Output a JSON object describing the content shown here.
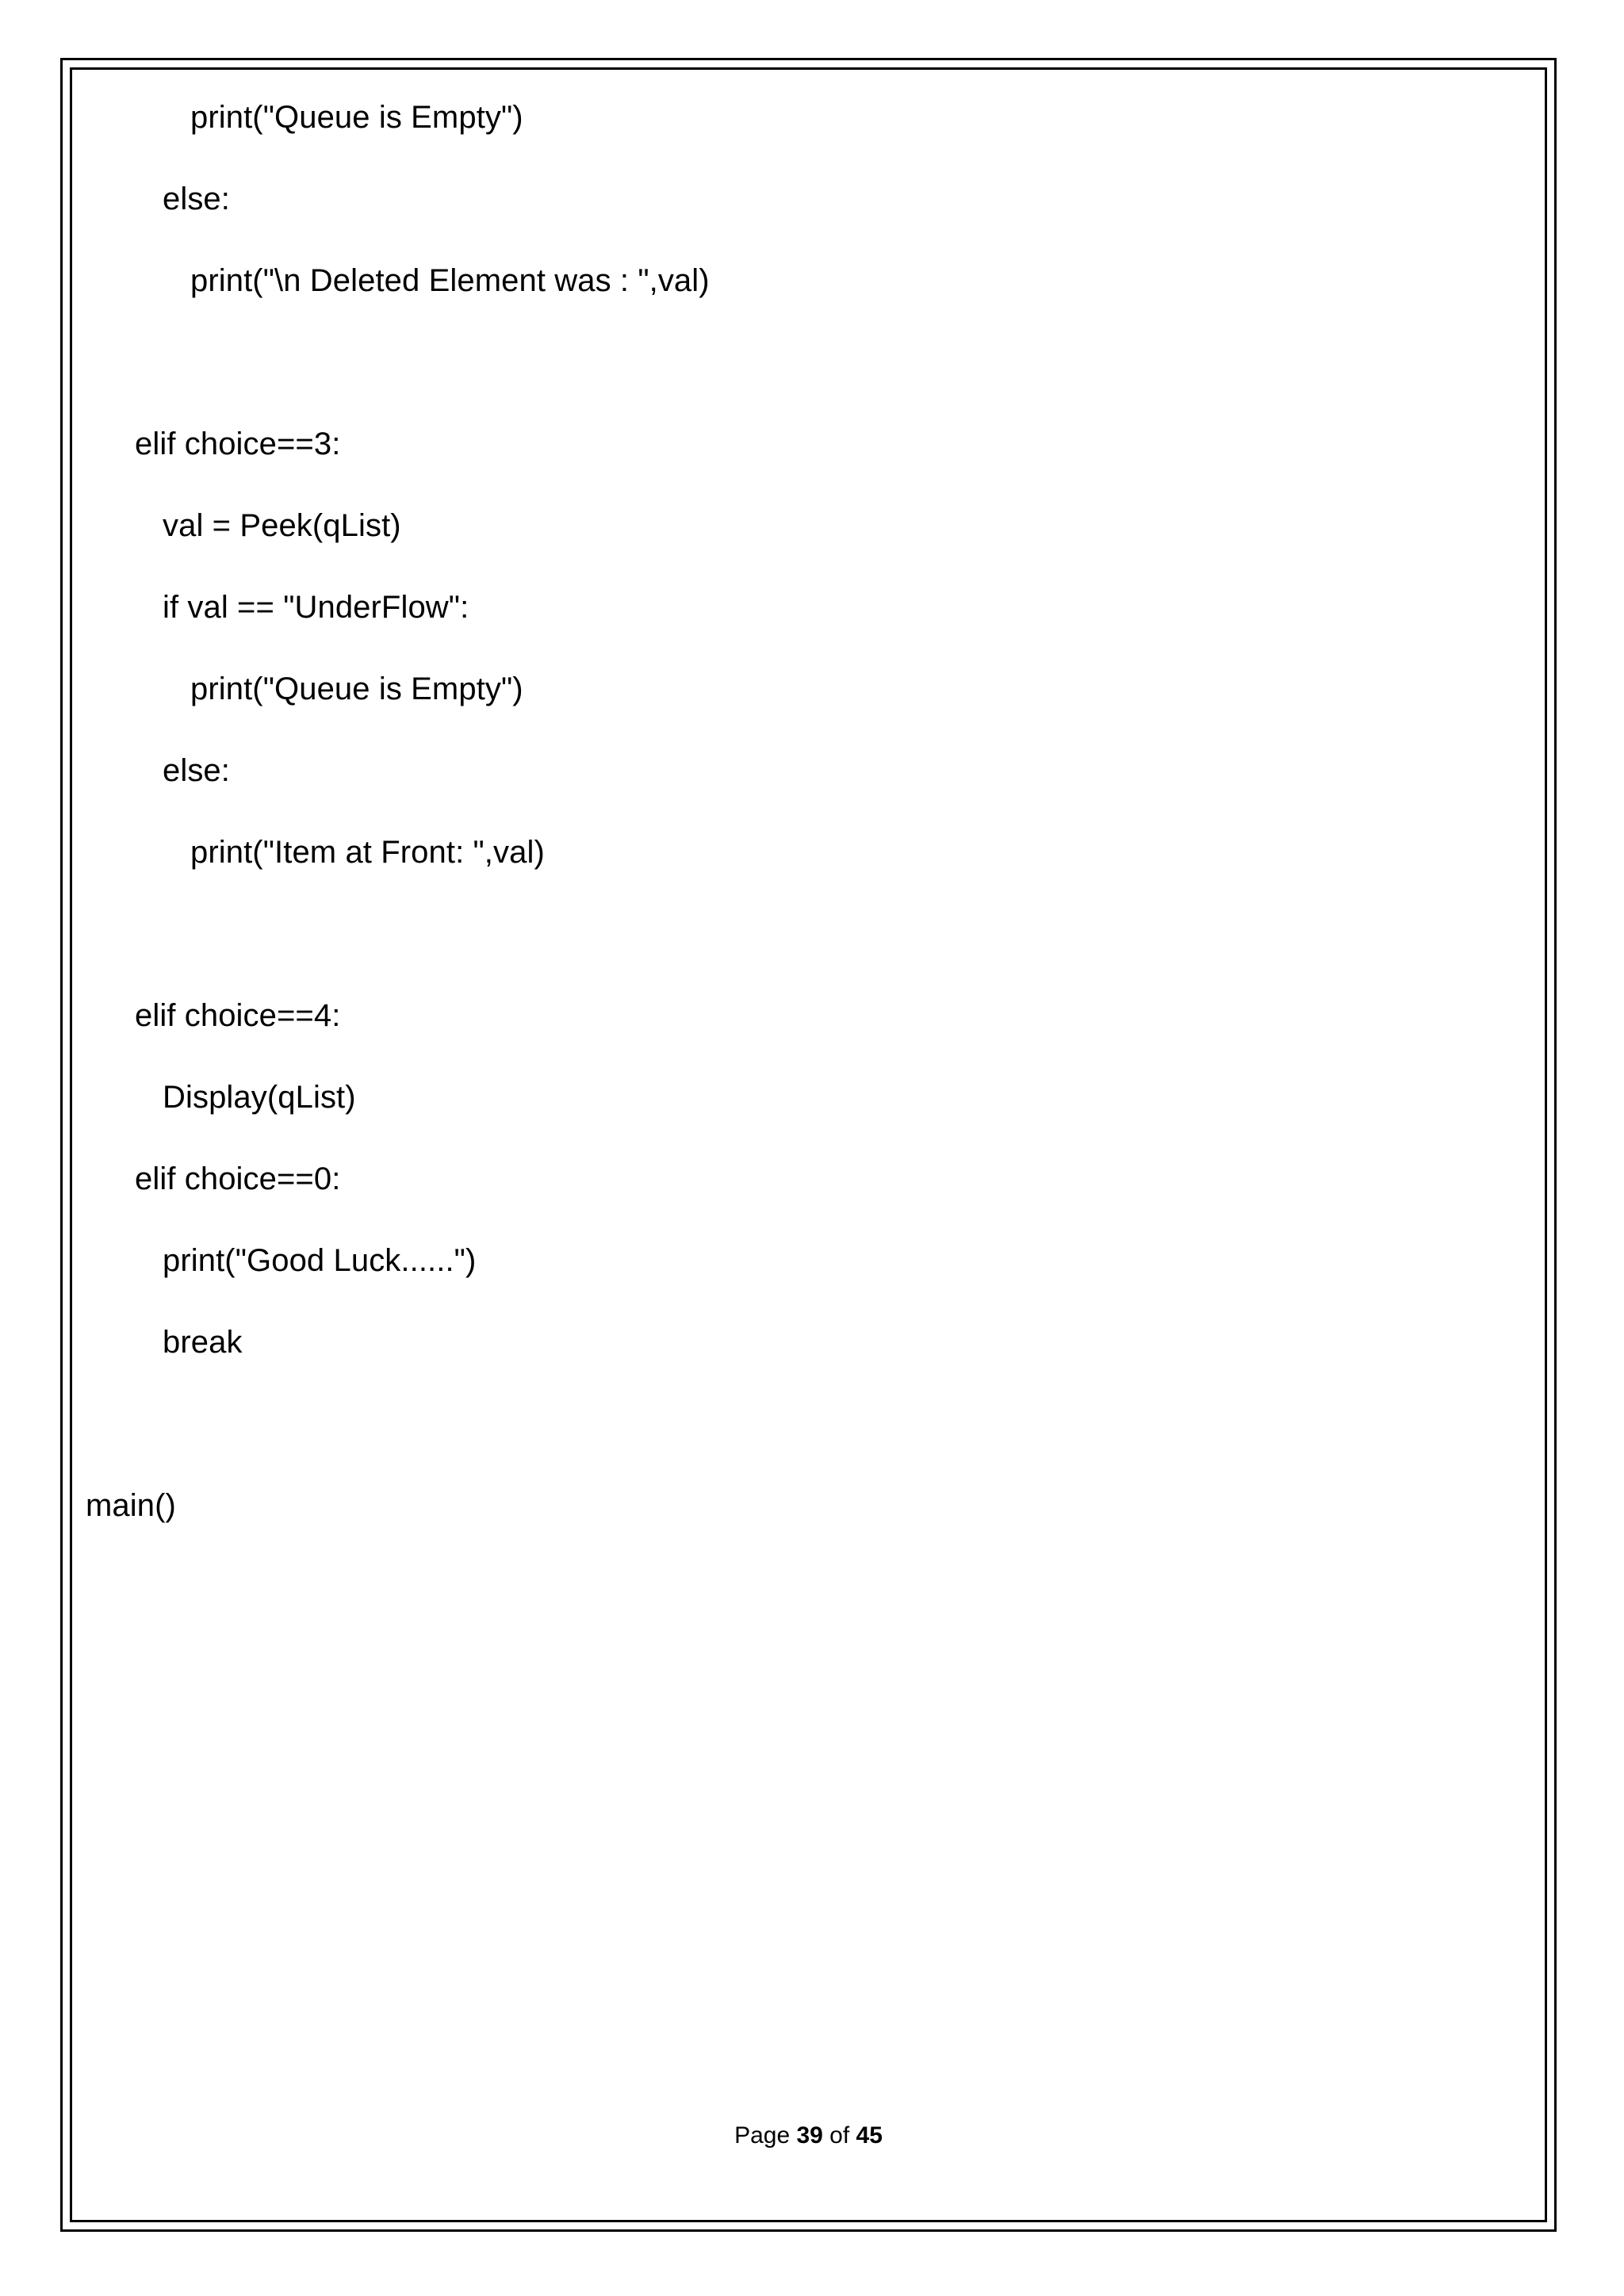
{
  "document": {
    "page_label_prefix": "Page ",
    "page_number": "39",
    "page_label_middle": " of ",
    "page_total": "45",
    "border_color": "#000000",
    "text_color": "#000000",
    "background_color": "#ffffff"
  },
  "code": {
    "lines": [
      {
        "indent": 3,
        "text": "print(\"Queue is Empty\")"
      },
      {
        "indent": 2,
        "text": "else:"
      },
      {
        "indent": 3,
        "text": "print(\"\\n Deleted Element was : \",val)"
      },
      {
        "indent": 0,
        "text": ""
      },
      {
        "indent": 1,
        "text": "elif choice==3:"
      },
      {
        "indent": 2,
        "text": "val = Peek(qList)"
      },
      {
        "indent": 2,
        "text": "if val == \"UnderFlow\":"
      },
      {
        "indent": 3,
        "text": "print(\"Queue is Empty\")"
      },
      {
        "indent": 2,
        "text": "else:"
      },
      {
        "indent": 3,
        "text": "print(\"Item at Front: \",val)"
      },
      {
        "indent": 0,
        "text": ""
      },
      {
        "indent": 1,
        "text": "elif choice==4:"
      },
      {
        "indent": 2,
        "text": "Display(qList)"
      },
      {
        "indent": 1,
        "text": "elif choice==0:"
      },
      {
        "indent": 2,
        "text": "print(\"Good Luck......\")"
      },
      {
        "indent": 2,
        "text": "break"
      },
      {
        "indent": 0,
        "text": ""
      },
      {
        "indent": 0,
        "text": "main()"
      }
    ]
  }
}
